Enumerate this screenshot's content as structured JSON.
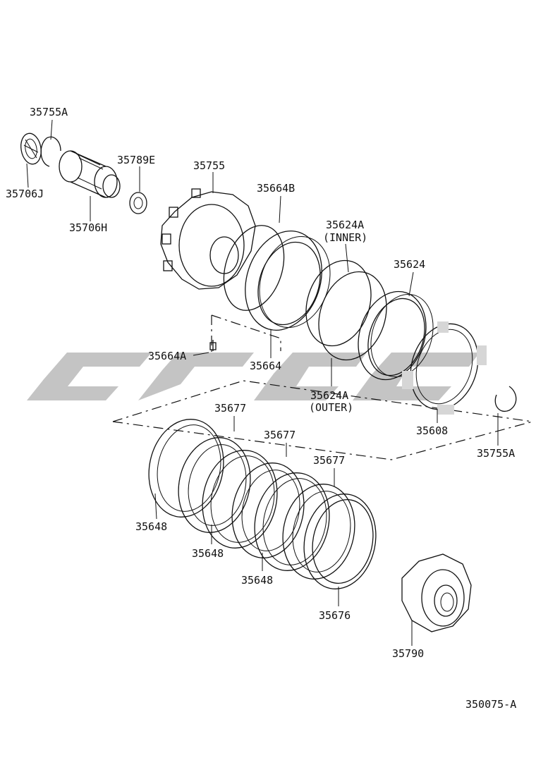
{
  "labels": {
    "p35755A_top": "35755A",
    "p35706J": "35706J",
    "p35706H": "35706H",
    "p35789E": "35789E",
    "p35755": "35755",
    "p35664B": "35664B",
    "p35624A_inner": "35624A",
    "inner_note": "(INNER)",
    "p35624": "35624",
    "p35664A": "35664A",
    "p35664": "35664",
    "p35624A_outer": "35624A",
    "outer_note": "(OUTER)",
    "p35608": "35608",
    "p35755A_right": "35755A",
    "p35677_1": "35677",
    "p35677_2": "35677",
    "p35677_3": "35677",
    "p35648_1": "35648",
    "p35648_2": "35648",
    "p35648_3": "35648",
    "p35676": "35676",
    "p35790": "35790",
    "diagram_code": "350075-A"
  },
  "colors": {
    "line": "#111111",
    "watermark": "#c4c4c4",
    "background": "#ffffff"
  }
}
